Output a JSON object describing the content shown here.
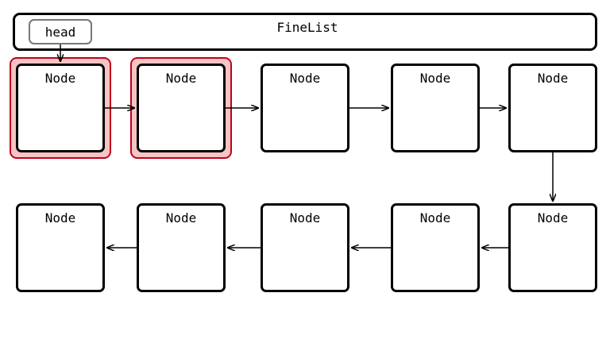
{
  "container": {
    "title": "FineList"
  },
  "head": {
    "label": "head"
  },
  "nodes": [
    {
      "label": "Node",
      "highlighted": true
    },
    {
      "label": "Node",
      "highlighted": true
    },
    {
      "label": "Node",
      "highlighted": false
    },
    {
      "label": "Node",
      "highlighted": false
    },
    {
      "label": "Node",
      "highlighted": false
    },
    {
      "label": "Node",
      "highlighted": false
    },
    {
      "label": "Node",
      "highlighted": false
    },
    {
      "label": "Node",
      "highlighted": false
    },
    {
      "label": "Node",
      "highlighted": false
    },
    {
      "label": "Node",
      "highlighted": false
    }
  ],
  "colors": {
    "highlight_fill": "#f6c4c4",
    "highlight_border": "#c0001e",
    "head_border": "#777777"
  }
}
